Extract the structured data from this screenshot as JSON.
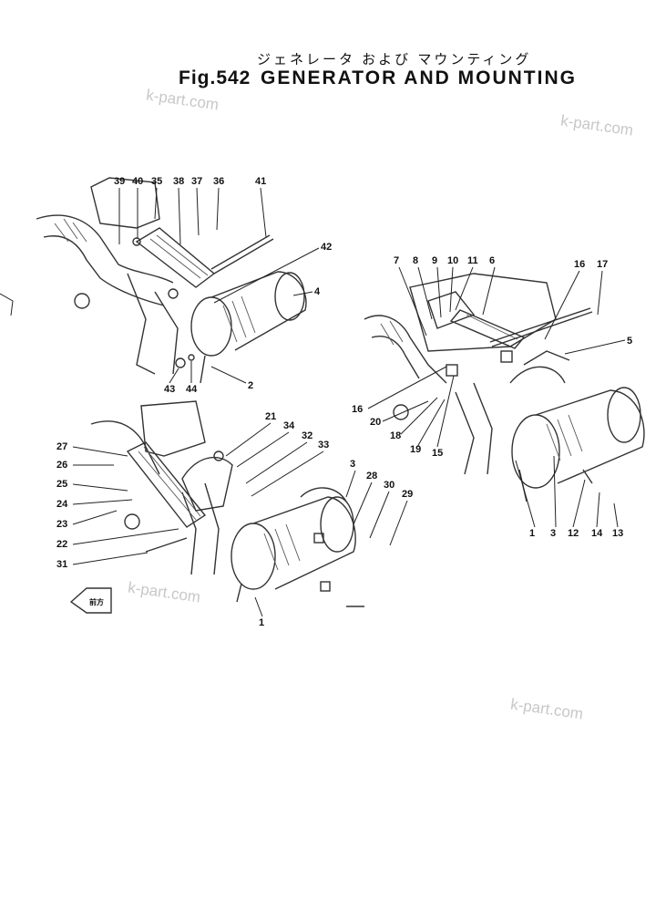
{
  "title": {
    "japanese": "ジェネレータ および マウンティング",
    "fig": "Fig.542",
    "english": "GENERATOR AND MOUNTING"
  },
  "watermarks": [
    "k-part.com",
    "k-part.com",
    "k-part.com",
    "k-part.com"
  ],
  "front_marker": "前方",
  "callouts": {
    "top_left": [
      "39",
      "40",
      "35",
      "38",
      "37",
      "36",
      "41",
      "42",
      "4",
      "2",
      "43",
      "44"
    ],
    "right": [
      "7",
      "8",
      "9",
      "10",
      "11",
      "6",
      "16",
      "17",
      "5",
      "16",
      "20",
      "18",
      "19",
      "15",
      "1",
      "3",
      "12",
      "14",
      "13"
    ],
    "bottom_left": [
      "27",
      "26",
      "25",
      "24",
      "23",
      "22",
      "31",
      "21",
      "34",
      "32",
      "33",
      "3",
      "28",
      "30",
      "29",
      "1"
    ]
  }
}
